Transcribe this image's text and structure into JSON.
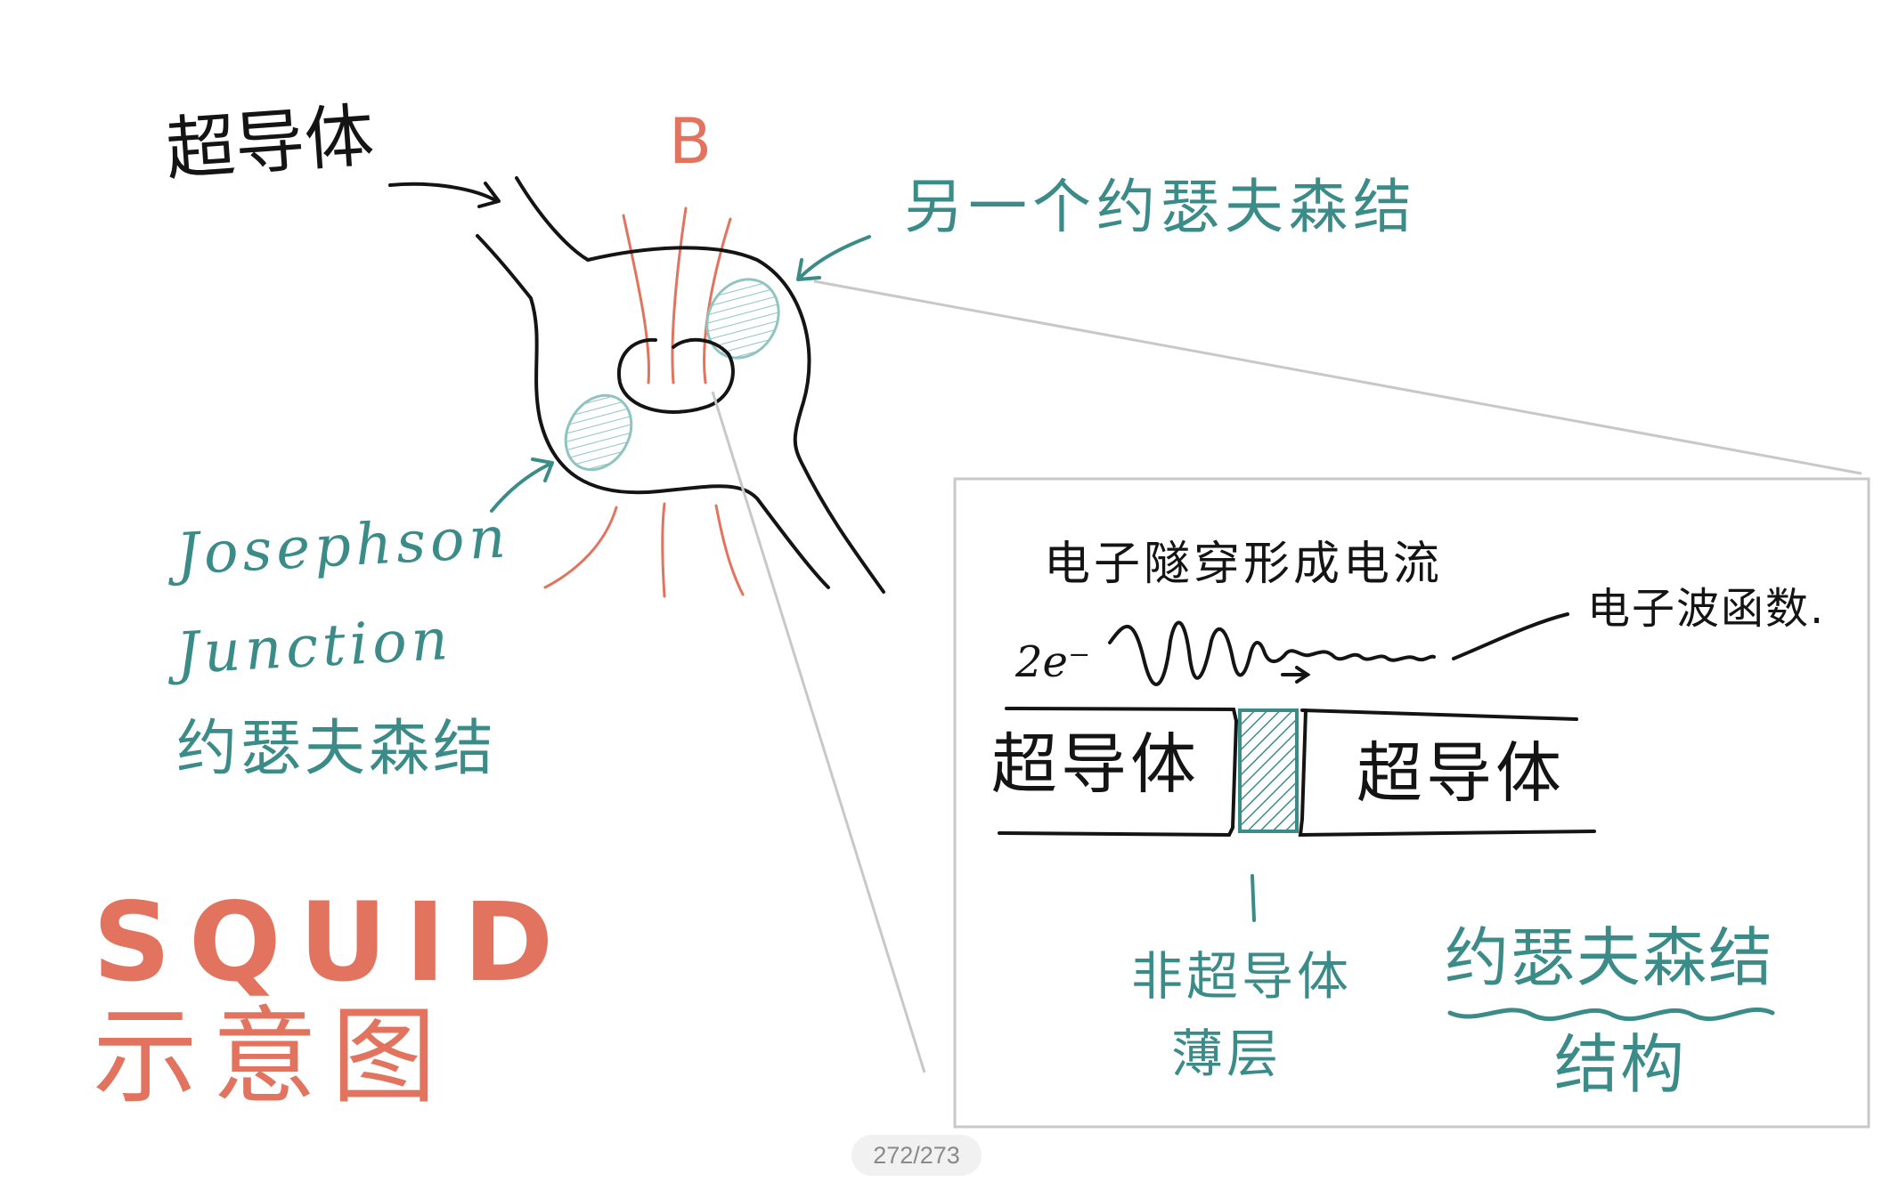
{
  "labels": {
    "superconductor_main": "超导体",
    "b_field": "B",
    "another_junction": "另一个约瑟夫森结",
    "josephson": "Josephson",
    "junction": "Junction",
    "josephson_junction_zh": "约瑟夫森结",
    "squid": "SQUID",
    "schematic": "示意图",
    "electron_tunneling": "电子隧穿形成电流",
    "electron_charge": "2e⁻",
    "electron_wavefunction": "电子波函数.",
    "superconductor_left": "超导体",
    "superconductor_right": "超导体",
    "non_superconductor": "非超导体",
    "thin_layer": "薄层",
    "josephson_structure_title": "约瑟夫森结",
    "structure": "结构"
  },
  "page_indicator": "272/273",
  "colors": {
    "ink": "#141414",
    "teal": "#3b8c88",
    "red": "#e2735e",
    "frame": "#c8c8c8"
  }
}
